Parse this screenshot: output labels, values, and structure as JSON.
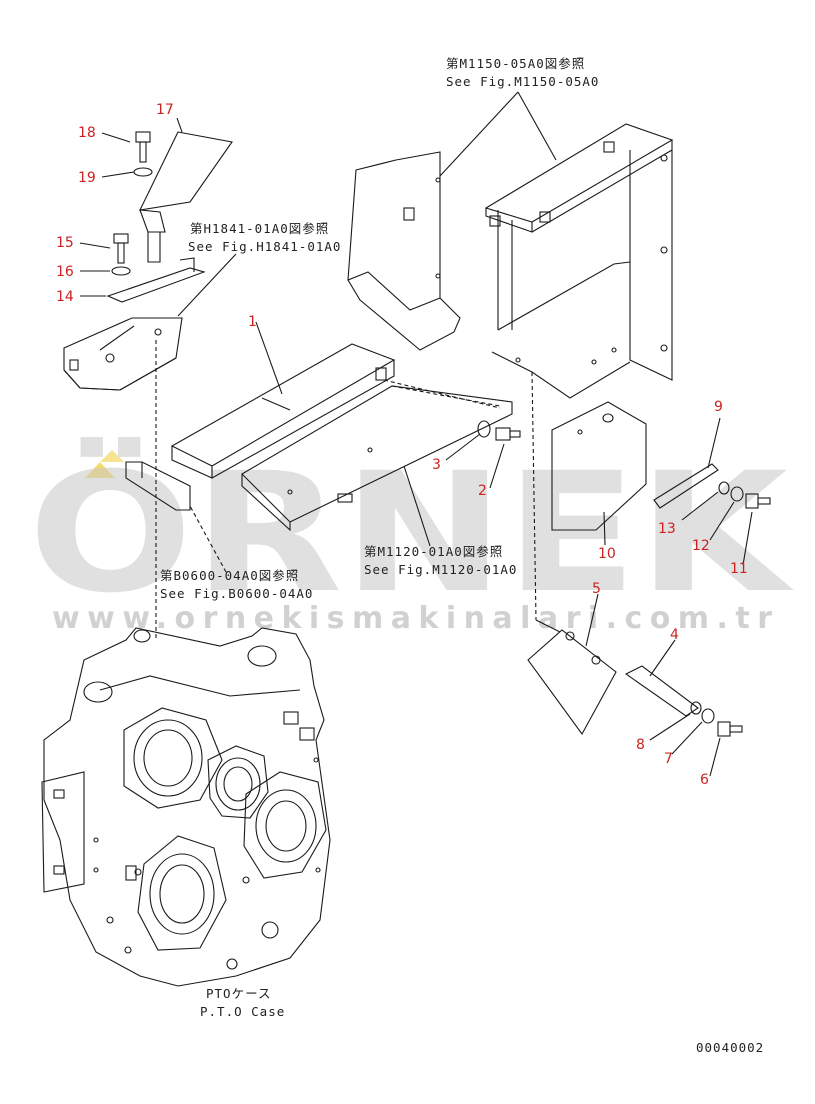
{
  "watermark": {
    "brand": "ÖRNEK",
    "url": "www.ornekismakinalari.com.tr",
    "brand_color": "#c8c8c8",
    "accent_color": "#f2d24a"
  },
  "references": {
    "m1150_jp": "第M1150-05A0図参照",
    "m1150_en": "See Fig.M1150-05A0",
    "h1841_jp": "第H1841-01A0図参照",
    "h1841_en": "See Fig.H1841-01A0",
    "m1120_jp": "第M1120-01A0図参照",
    "m1120_en": "See Fig.M1120-01A0",
    "b0600_jp": "第B0600-04A0図参照",
    "b0600_en": "See Fig.B0600-04A0",
    "pto_jp": "PTOケース",
    "pto_en": "P.T.O Case"
  },
  "part_numbers": {
    "p1": "1",
    "p2": "2",
    "p3": "3",
    "p4": "4",
    "p5": "5",
    "p6": "6",
    "p7": "7",
    "p8": "8",
    "p9": "9",
    "p10": "10",
    "p11": "11",
    "p12": "12",
    "p13": "13",
    "p14": "14",
    "p15": "15",
    "p16": "16",
    "p17": "17",
    "p18": "18",
    "p19": "19"
  },
  "drawing_code": "00040002",
  "colors": {
    "line": "#1a1a1a",
    "number": "#cc2222"
  }
}
